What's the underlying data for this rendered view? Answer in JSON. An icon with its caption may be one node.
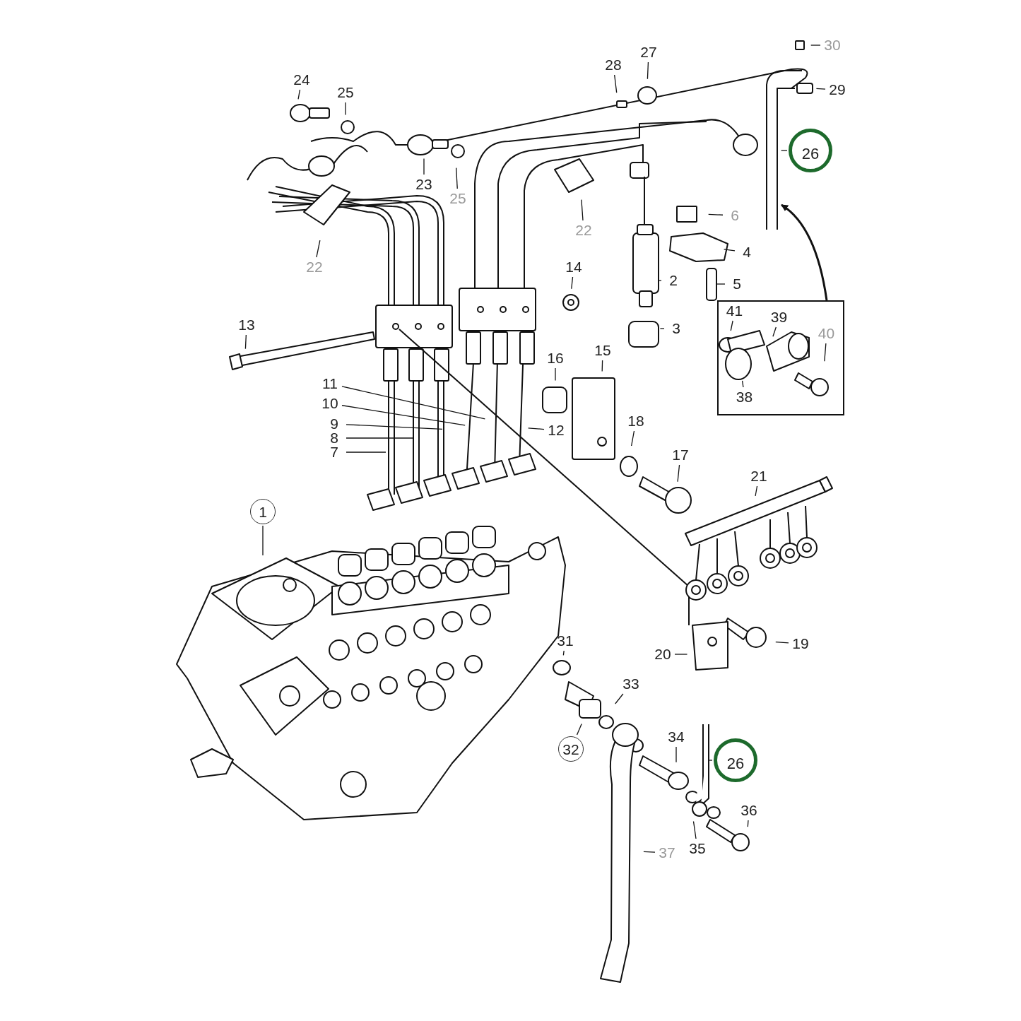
{
  "diagram": {
    "nodes": [
      {
        "text": [
          "30"
        ]
      },
      {
        "text": [
          "27"
        ]
      },
      {
        "text": [
          "28"
        ]
      },
      {
        "text": [
          "29"
        ]
      },
      {
        "text": [
          "24"
        ]
      },
      {
        "text": [
          "25"
        ]
      },
      {
        "text": [
          "26"
        ]
      },
      {
        "text": [
          "23"
        ]
      },
      {
        "text": [
          "25"
        ]
      },
      {
        "text": [
          "22"
        ]
      },
      {
        "text": [
          "6"
        ]
      },
      {
        "text": [
          "22"
        ]
      },
      {
        "text": [
          "4"
        ]
      },
      {
        "text": [
          "14"
        ]
      },
      {
        "text": [
          "2"
        ]
      },
      {
        "text": [
          "5"
        ]
      },
      {
        "text": [],
        "shape": "box"
      },
      {
        "text": [
          "41"
        ],
        "in": 16
      },
      {
        "text": [
          "39"
        ],
        "in": 16
      },
      {
        "text": [
          "40"
        ],
        "in": 16
      },
      {
        "text": [
          "38"
        ],
        "in": 16
      },
      {
        "text": [
          "13"
        ]
      },
      {
        "text": [
          "3"
        ]
      },
      {
        "text": [
          "15"
        ]
      },
      {
        "text": [
          "16"
        ]
      },
      {
        "text": [
          "11"
        ]
      },
      {
        "text": [
          "10"
        ]
      },
      {
        "text": [
          "9"
        ]
      },
      {
        "text": [
          "8"
        ]
      },
      {
        "text": [
          "7"
        ]
      },
      {
        "text": [
          "12"
        ]
      },
      {
        "text": [
          "18"
        ]
      },
      {
        "text": [
          "17"
        ]
      },
      {
        "text": [
          "21"
        ]
      },
      {
        "text": [
          "1"
        ]
      },
      {
        "text": [
          "19"
        ]
      },
      {
        "text": [
          "31"
        ]
      },
      {
        "text": [
          "20"
        ]
      },
      {
        "text": [
          "33"
        ]
      },
      {
        "text": [
          "32"
        ]
      },
      {
        "text": [
          "34"
        ]
      },
      {
        "text": [
          "26"
        ]
      },
      {
        "text": [
          "36"
        ]
      },
      {
        "text": [
          "35"
        ]
      },
      {
        "text": [
          "37"
        ]
      }
    ],
    "edges": [
      {
        "from": 0,
        "to": null,
        "arrow": "none"
      },
      {
        "from": 1,
        "to": null,
        "arrow": "none"
      },
      {
        "from": 2,
        "to": null,
        "arrow": "none"
      },
      {
        "from": 3,
        "to": null,
        "arrow": "none"
      },
      {
        "from": 4,
        "to": null,
        "arrow": "none"
      },
      {
        "from": 5,
        "to": null,
        "arrow": "none"
      },
      {
        "from": 6,
        "to": null,
        "arrow": "none"
      },
      {
        "from": 7,
        "to": null,
        "arrow": "none"
      },
      {
        "from": 8,
        "to": null,
        "arrow": "none"
      },
      {
        "from": 9,
        "to": null,
        "arrow": "none"
      },
      {
        "from": 10,
        "to": null,
        "arrow": "none"
      },
      {
        "from": 11,
        "to": null,
        "arrow": "none"
      },
      {
        "from": 12,
        "to": null,
        "arrow": "none"
      },
      {
        "from": 13,
        "to": null,
        "arrow": "none"
      },
      {
        "from": 14,
        "to": null,
        "arrow": "none"
      },
      {
        "from": 15,
        "to": null,
        "arrow": "none"
      },
      {
        "from": 16,
        "to": null,
        "arrow": "to"
      },
      {
        "from": 17,
        "to": null,
        "arrow": "none"
      },
      {
        "from": 18,
        "to": null,
        "arrow": "none"
      },
      {
        "from": 19,
        "to": null,
        "arrow": "none"
      },
      {
        "from": 20,
        "to": null,
        "arrow": "none"
      },
      {
        "from": 21,
        "to": null,
        "arrow": "none"
      },
      {
        "from": 22,
        "to": null,
        "arrow": "none"
      },
      {
        "from": 23,
        "to": null,
        "arrow": "none"
      },
      {
        "from": 24,
        "to": null,
        "arrow": "none"
      },
      {
        "from": 25,
        "to": null,
        "arrow": "none"
      },
      {
        "from": 26,
        "to": null,
        "arrow": "none"
      },
      {
        "from": 27,
        "to": null,
        "arrow": "none"
      },
      {
        "from": 28,
        "to": null,
        "arrow": "none"
      },
      {
        "from": 29,
        "to": null,
        "arrow": "none"
      },
      {
        "from": 30,
        "to": null,
        "arrow": "none"
      },
      {
        "from": 31,
        "to": null,
        "arrow": "none"
      },
      {
        "from": 32,
        "to": null,
        "arrow": "none"
      },
      {
        "from": 33,
        "to": null,
        "arrow": "none"
      },
      {
        "from": 34,
        "to": null,
        "arrow": "none"
      },
      {
        "from": 35,
        "to": null,
        "arrow": "none"
      },
      {
        "from": 36,
        "to": null,
        "arrow": "none"
      },
      {
        "from": 37,
        "to": null,
        "arrow": "none"
      },
      {
        "from": 38,
        "to": null,
        "arrow": "none"
      },
      {
        "from": 39,
        "to": null,
        "arrow": "none"
      },
      {
        "from": 40,
        "to": null,
        "arrow": "none"
      },
      {
        "from": 41,
        "to": null,
        "arrow": "none"
      },
      {
        "from": 42,
        "to": null,
        "arrow": "none"
      },
      {
        "from": 43,
        "to": null,
        "arrow": "none"
      },
      {
        "from": 44,
        "to": null,
        "arrow": "none"
      }
    ]
  }
}
